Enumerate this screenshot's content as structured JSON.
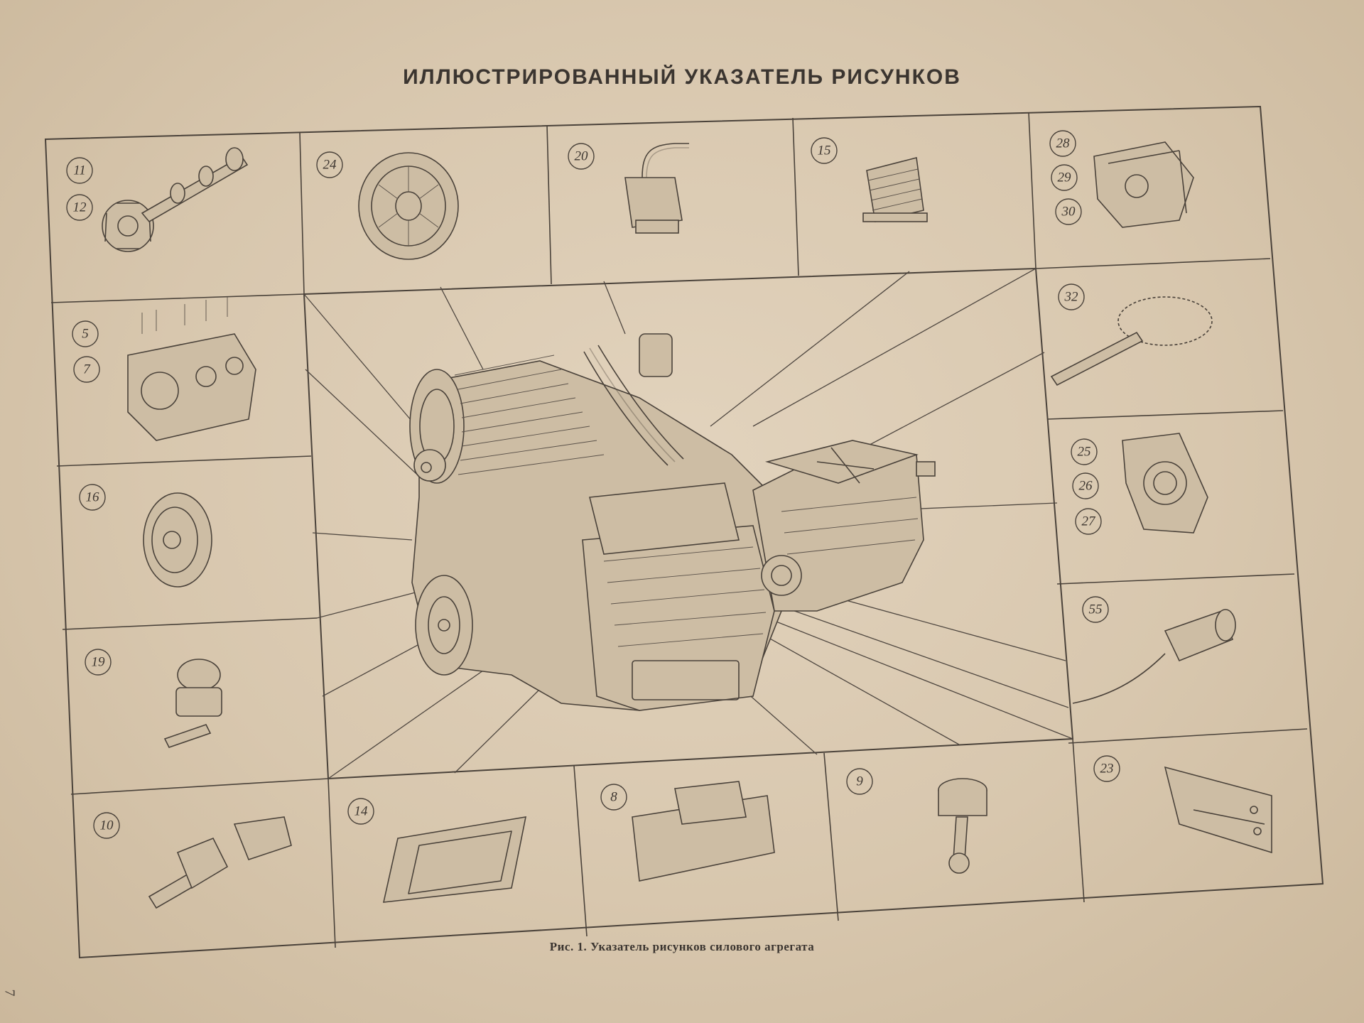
{
  "document": {
    "title": "ИЛЛЮСТРИРОВАННЫЙ УКАЗАТЕЛЬ РИСУНКОВ",
    "caption": "Рис. 1. Указатель рисунков силового агрегата",
    "page_number": "7"
  },
  "figures": {
    "camshaft": [
      "11",
      "12"
    ],
    "fan_wheel": [
      "24"
    ],
    "carburetor": [
      "20"
    ],
    "oil_cooler": [
      "15"
    ],
    "gearbox_housing": [
      "28",
      "29",
      "30"
    ],
    "cylinder_block": [
      "5",
      "7"
    ],
    "final_drive_gears": [
      "32"
    ],
    "crankshaft_pulley": [
      "16"
    ],
    "clutch_housing": [
      "25",
      "26",
      "27"
    ],
    "fuel_pump": [
      "19"
    ],
    "ignition_coil": [
      "55"
    ],
    "crankshaft": [
      "10"
    ],
    "oil_pan": [
      "14"
    ],
    "cylinder_head": [
      "8"
    ],
    "piston_rod": [
      "9"
    ],
    "engine_bracket": [
      "23"
    ]
  },
  "icons": {
    "main": "engine-assembly-icon",
    "parts": [
      "camshaft-icon",
      "fan-wheel-icon",
      "carburetor-icon",
      "oil-cooler-icon",
      "gearbox-housing-icon",
      "cylinder-block-icon",
      "final-drive-gears-icon",
      "pulley-icon",
      "clutch-housing-icon",
      "fuel-pump-icon",
      "ignition-coil-icon",
      "crankshaft-icon",
      "oil-pan-icon",
      "cylinder-head-icon",
      "piston-icon",
      "bracket-icon"
    ]
  },
  "colors": {
    "paper": "#dccbb2",
    "ink": "#4a423a"
  }
}
